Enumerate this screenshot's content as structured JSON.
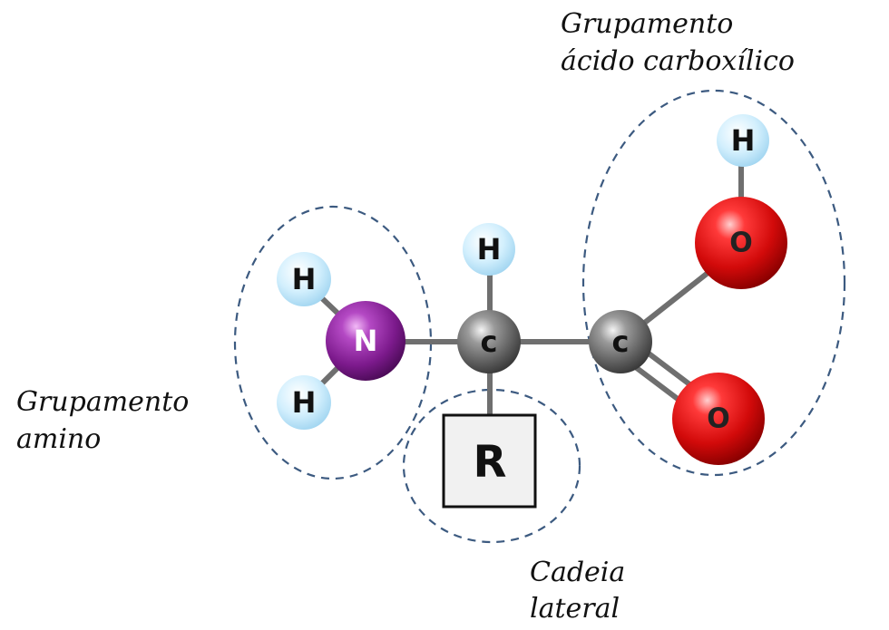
{
  "labels": {
    "carboxyl_line1": "Grupamento",
    "carboxyl_line2": "ácido carboxílico",
    "amino_line1": "Grupamento",
    "amino_line2": "amino",
    "side_line1": "Cadeia",
    "side_line2": "lateral"
  },
  "atoms": {
    "nitrogen": "N",
    "h_amino_top": "H",
    "h_amino_bottom": "H",
    "alpha_carbon": "c",
    "h_alpha": "H",
    "carboxyl_carbon": "c",
    "oxygen_hydroxyl": "O",
    "h_hydroxyl": "H",
    "oxygen_double": "O",
    "r_group": "R"
  },
  "colors": {
    "group_outline": "#3c5a80",
    "nitrogen": "#8b1f9a",
    "carbon": "#7a7a7a",
    "oxygen": "#d41010",
    "hydrogen": "#bfe6fb",
    "bond": "#6f6f6f"
  }
}
